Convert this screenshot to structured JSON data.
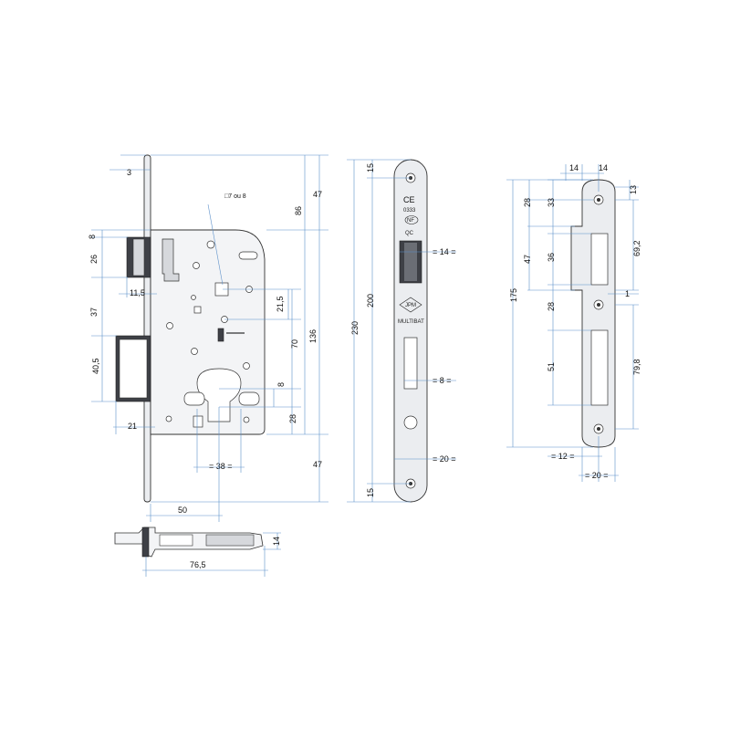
{
  "colors": {
    "dimension_line": "#5b8fc9",
    "outline": "#222222",
    "plate_fill": "#f3f4f6",
    "dark_part": "#3e4046"
  },
  "lock_body": {
    "dimensions": {
      "faceplate_thickness": "3",
      "latch_offset": "8",
      "latch_height": "26",
      "latch_projection": "11,5",
      "latch_to_bolt": "37",
      "bolt_height": "40,5",
      "bolt_projection": "21",
      "top_to_follower": "86",
      "follower_to_key": "21,5",
      "follower_to_cylinder": "70",
      "cylinder_offset_8": "8",
      "cylinder_offset_28": "28",
      "body_height": "136",
      "top_margin": "47",
      "bottom_margin": "47",
      "cylinder_width": "= 38 =",
      "backset": "50",
      "total_width": "76,5",
      "depth": "14"
    },
    "square_label": "□7 ou 8"
  },
  "faceplate": {
    "dimensions": {
      "total_height": "230",
      "hole_pitch": "200",
      "top_margin": "15",
      "bottom_margin": "15",
      "latch_width": "= 14 =",
      "bolt_width": "= 8 =",
      "plate_width": "= 20 ="
    },
    "marks": {
      "ce": "CE",
      "code": "0333",
      "nf": "NF",
      "qc": "QC",
      "brand": "JPM",
      "range": "MULTIBAT"
    }
  },
  "strike_plate": {
    "dimensions": {
      "total_height": "175",
      "offset_28_top": "28",
      "offset_33": "33",
      "offset_47": "47",
      "latch_opening": "36",
      "offset_28_mid": "28",
      "bolt_opening": "51",
      "width_14_left": "14",
      "width_14_right": "14",
      "edge_13": "13",
      "lip_69_2": "69,2",
      "step_1": "1",
      "bolt_79_8": "79,8",
      "center_12": "= 12 =",
      "plate_20": "= 20 ="
    }
  }
}
